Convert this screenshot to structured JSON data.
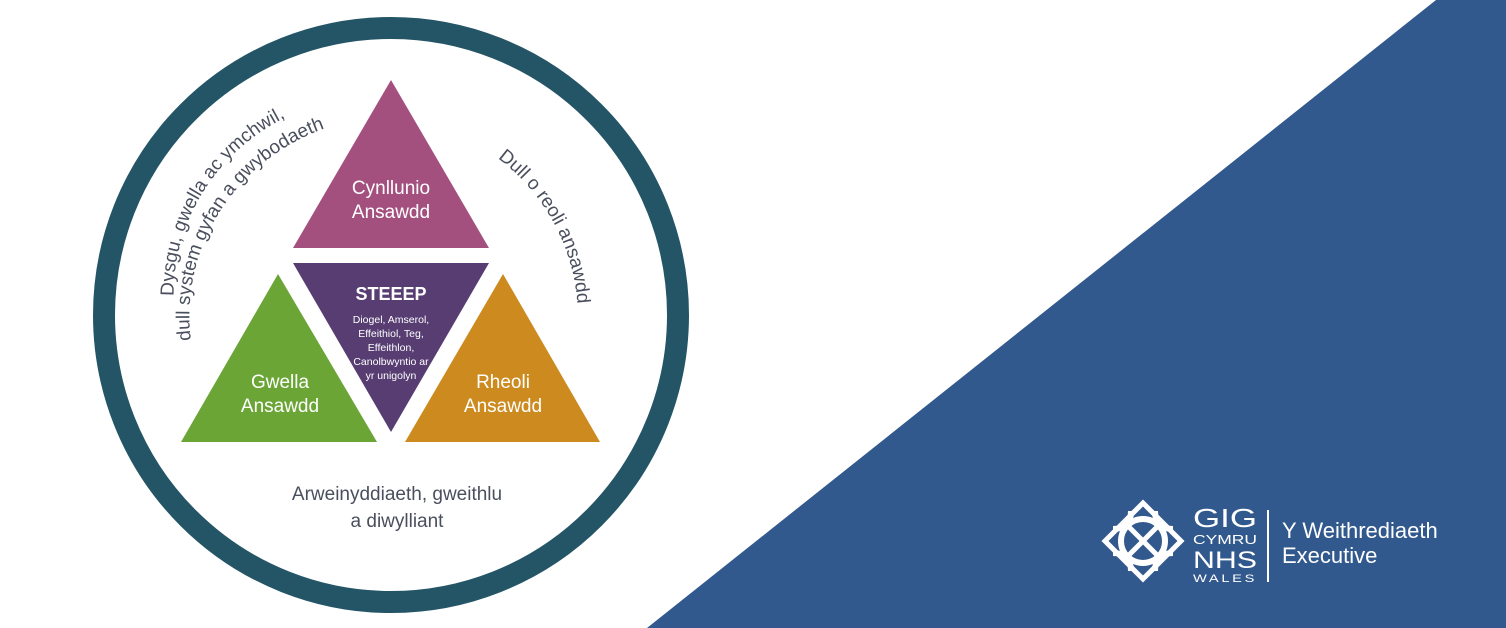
{
  "diagram": {
    "ring_title": "SICRWYDD ANSAWDD",
    "left_arc_line1": "Dysgu, gwella ac ymchwil,",
    "left_arc_line2": "dull system gyfan a gwybodaeth",
    "right_arc": "Dull o reoli ansawdd",
    "bottom_line1": "Arweinyddiaeth, gweithlu",
    "bottom_line2": "a diwylliant",
    "top_triangle": {
      "line1": "Cynllunio",
      "line2": "Ansawdd",
      "color": "#a4507f"
    },
    "left_triangle": {
      "line1": "Gwella",
      "line2": "Ansawdd",
      "color": "#6aa536"
    },
    "right_triangle": {
      "line1": "Rheoli",
      "line2": "Ansawdd",
      "color": "#cc8a1f"
    },
    "center_triangle": {
      "title": "STEEEP",
      "lines": [
        "Diogel, Amserol,",
        "Effeithiol, Teg,",
        "Effeithlon,",
        "Canolbwyntio ar",
        "yr unigolyn"
      ],
      "color": "#573d72"
    },
    "ring_color": "#245566",
    "text_color": "#4a4f5e"
  },
  "banner": {
    "color": "#32598d"
  },
  "logo": {
    "gig": "GIG",
    "cymru": "CYMRU",
    "nhs": "NHS",
    "wales": "WALES",
    "org_line1": "Y Weithrediaeth",
    "org_line2": "Executive",
    "icon": "celtic-knot-icon"
  }
}
